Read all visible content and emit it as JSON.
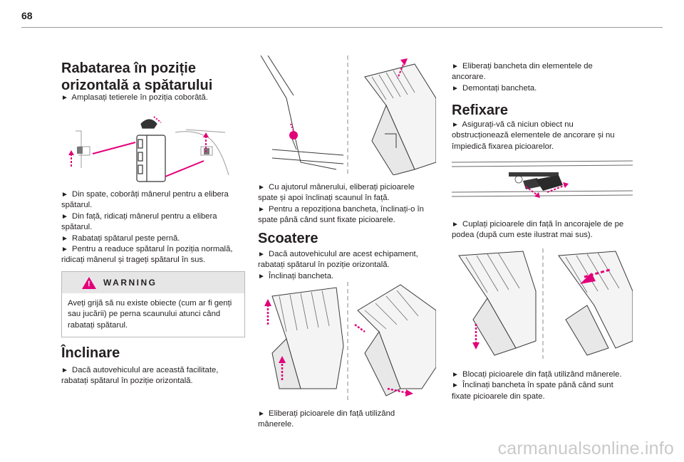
{
  "page": {
    "number": "68"
  },
  "col1": {
    "heading1_line1": "Rabatarea în poziție",
    "heading1_line2": "orizontală a spătarului",
    "p1": "Amplasați tetierele în poziția coborâtă.",
    "p2_l1": "Din spate, coborâți mânerul pentru a elibera",
    "p2_l2": "spătarul.",
    "p3_l1": "Din față, ridicați mânerul pentru a elibera",
    "p3_l2": "spătarul.",
    "p4": "Rabatați spătarul peste pernă.",
    "p5_l1": "Pentru a readuce spătarul în poziția normală,",
    "p5_l2": "ridicați mânerul și trageți spătarul în sus.",
    "warning": {
      "label": "WARNING",
      "l1": "Aveți grijă să nu existe obiecte (cum ar fi genți",
      "l2": "sau jucării) pe perna scaunului atunci când",
      "l3": "rabatați spătarul."
    },
    "heading2": "Înclinare",
    "p6_l1": "Dacă autovehiculul are această facilitate,",
    "p6_l2": "rabatați spătarul în poziție orizontală."
  },
  "col2": {
    "p1_l1": "Cu ajutorul mânerului, eliberați picioarele",
    "p1_l2": "spate și apoi înclinați scaunul în față.",
    "p2_l1": "Pentru a repoziționa bancheta, înclinați-o în",
    "p2_l2": "spate până când sunt fixate picioarele.",
    "heading": "Scoatere",
    "p3_l1": "Dacă autovehiculul are acest echipament,",
    "p3_l2": "rabatați spătarul în poziție orizontală.",
    "p4": "Înclinați bancheta.",
    "p5_l1": "Eliberați picioarele din față utilizând",
    "p5_l2": "mânerele."
  },
  "col3": {
    "p1_l1": "Eliberați bancheta din elementele de",
    "p1_l2": "ancorare.",
    "p2": "Demontați bancheta.",
    "heading": "Refixare",
    "p3_l1": "Asigurați-vă că niciun obiect nu",
    "p3_l2": "obstrucționează elementele de ancorare și nu",
    "p3_l3": "împiedică fixarea picioarelor.",
    "p4_l1": "Cuplați picioarele din față în ancorajele de pe",
    "p4_l2": "podea (după cum este ilustrat mai sus).",
    "p5": "Blocați picioarele din față utilizând mânerele.",
    "p6_l1": "Înclinați bancheta în spate până când sunt",
    "p6_l2": "fixate picioarele din spate."
  },
  "bullet_glyph": "►",
  "watermark": "carmanualsonline.info",
  "colors": {
    "accent": "#e2007a",
    "rule": "#9a9a9a",
    "warning_bg": "#e6e6e6"
  }
}
